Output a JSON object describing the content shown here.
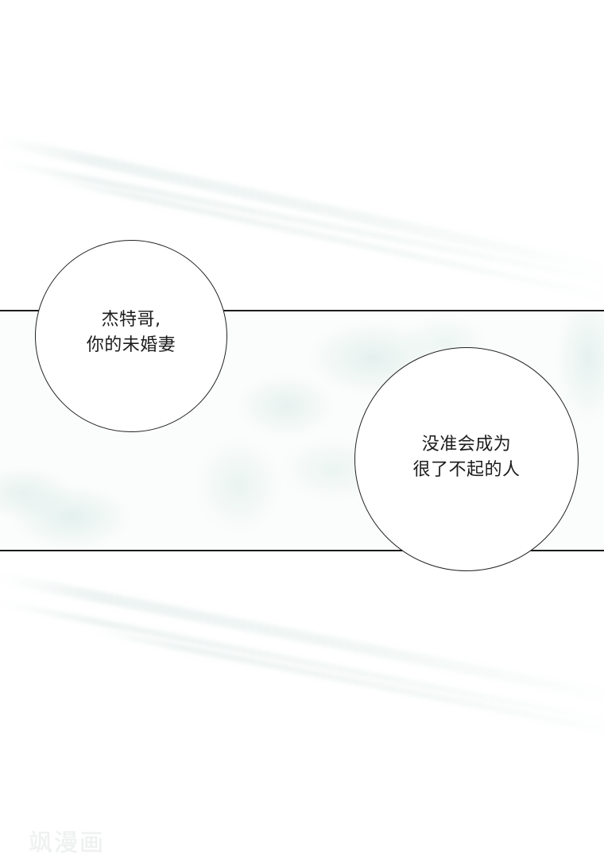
{
  "page": {
    "type": "comic-panel",
    "background_color": "#ffffff",
    "panel_texture_tint": "#d6e8e4",
    "border_color": "#1a1a1a"
  },
  "bubbles": [
    {
      "position": "left",
      "lines": [
        "杰特哥,",
        "你的未婚妻"
      ]
    },
    {
      "position": "right",
      "lines": [
        "没准会成为",
        "很了不起的人"
      ]
    }
  ],
  "watermark": {
    "text": "飒漫画"
  }
}
